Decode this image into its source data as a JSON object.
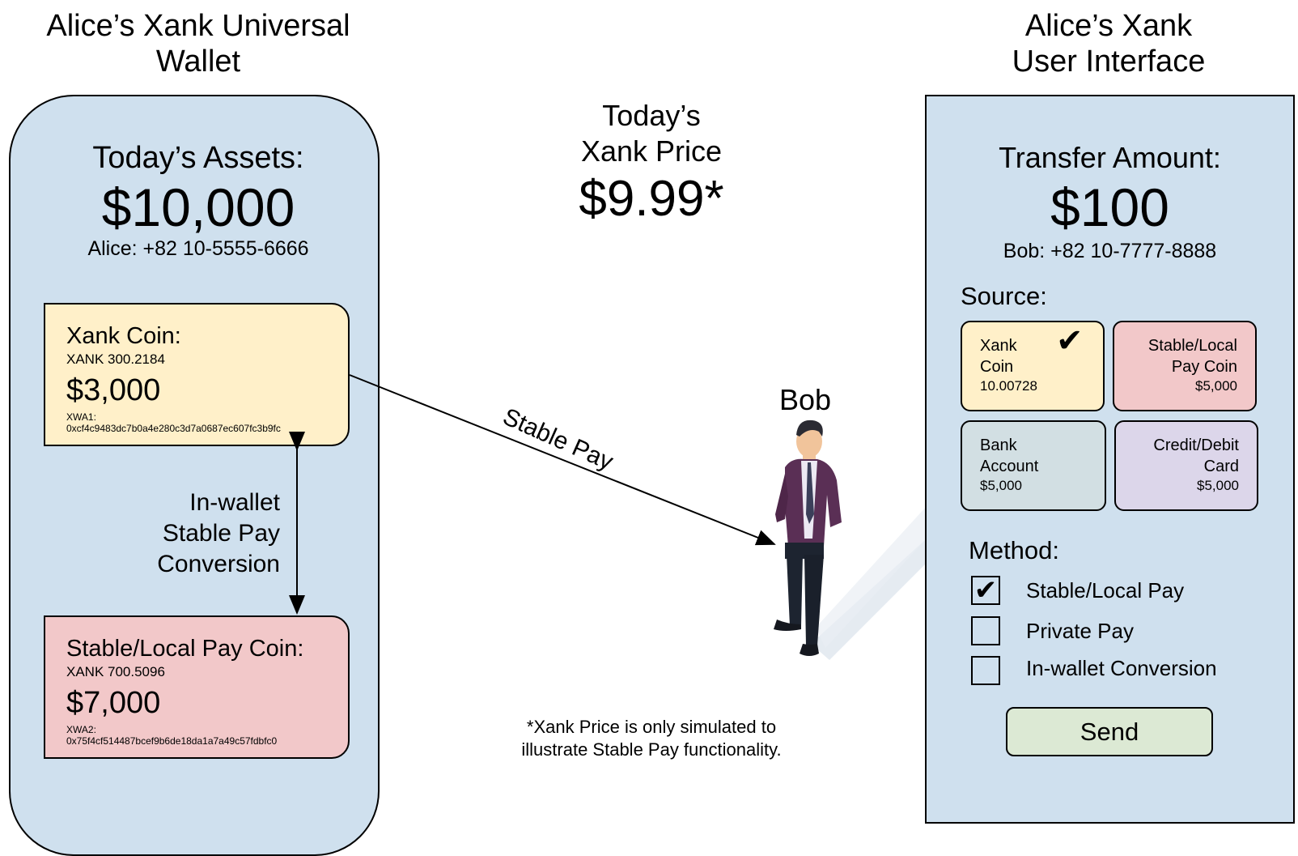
{
  "wallet": {
    "title_line1": "Alice’s Xank Universal",
    "title_line2": "Wallet",
    "assets_label": "Today’s Assets:",
    "assets_value": "$10,000",
    "owner_phone": "Alice: +82 10-5555-6666",
    "xank_coin": {
      "title": "Xank Coin:",
      "quantity": "XANK 300.2184",
      "usd_value": "$3,000",
      "address_label": "XWA1:",
      "address": "0xcf4c9483dc7b0a4e280c3d7a0687ec607fc3b9fc"
    },
    "stable_coin": {
      "title": "Stable/Local Pay Coin:",
      "quantity": "XANK 700.5096",
      "usd_value": "$7,000",
      "address_label": "XWA2:",
      "address": "0x75f4cf514487bcef9b6de18da1a7a49c57fdbfc0"
    },
    "conversion_line1": "In-wallet",
    "conversion_line2": "Stable Pay",
    "conversion_line3": "Conversion"
  },
  "center": {
    "price_label_line1": "Today’s",
    "price_label_line2": "Xank Price",
    "price_value": "$9.99*",
    "stable_pay_label": "Stable Pay",
    "recipient_name": "Bob",
    "footnote_line1": "*Xank Price is only simulated to",
    "footnote_line2": "illustrate Stable Pay functionality."
  },
  "ui": {
    "title_line1": "Alice’s Xank",
    "title_line2": "User Interface",
    "transfer_label": "Transfer Amount:",
    "transfer_value": "$100",
    "recipient_phone": "Bob: +82 10-7777-8888",
    "source_label": "Source:",
    "sources": [
      {
        "line1": "Xank",
        "line2": "Coin",
        "amount": "10.00728",
        "selected": true
      },
      {
        "line1": "Stable/Local",
        "line2": "Pay Coin",
        "amount": "$5,000",
        "selected": false
      },
      {
        "line1": "Bank",
        "line2": "Account",
        "amount": "$5,000",
        "selected": false
      },
      {
        "line1": "Credit/Debit",
        "line2": "Card",
        "amount": "$5,000",
        "selected": false
      }
    ],
    "check_mark": "✔",
    "method_label": "Method:",
    "methods": [
      {
        "label": "Stable/Local Pay",
        "checked": true
      },
      {
        "label": "Private Pay",
        "checked": false
      },
      {
        "label": "In-wallet Conversion",
        "checked": false
      }
    ],
    "send_label": "Send"
  },
  "colors": {
    "panel_blue": "#cfe0ee",
    "xank_yellow": "#fff0c9",
    "stable_pink": "#f2c8c9",
    "bank_grey": "#d2dfe3",
    "card_purple": "#dcd6ea",
    "send_green": "#dce9d4"
  }
}
